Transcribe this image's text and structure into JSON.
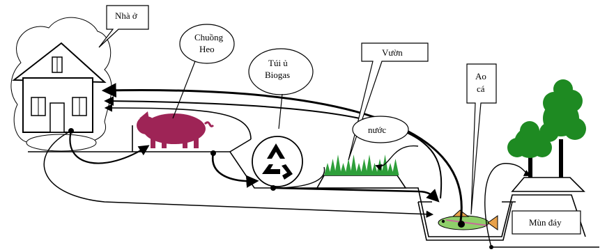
{
  "labels": {
    "house": "Nhà ở",
    "pig_line1": "Chuồng",
    "pig_line2": "Heo",
    "biogas_line1": "Túi ủ",
    "biogas_line2": "Biogas",
    "garden": "Vườn",
    "water": "nước",
    "pond_line1": "Ao",
    "pond_line2": "cá",
    "sediment": "Mùn đáy"
  },
  "icons": {
    "house": "house-icon",
    "pig": "pig-icon",
    "biogas": "recycle-icon",
    "garden": "vegetable-garden-icon",
    "fish": "fish-icon",
    "tree": "tree-icon"
  },
  "colors": {
    "pig": "#9e2456",
    "garden": "#2e9f3a",
    "tree": "#1e8a22",
    "fish": "#8fcf6a",
    "line": "#000000"
  }
}
